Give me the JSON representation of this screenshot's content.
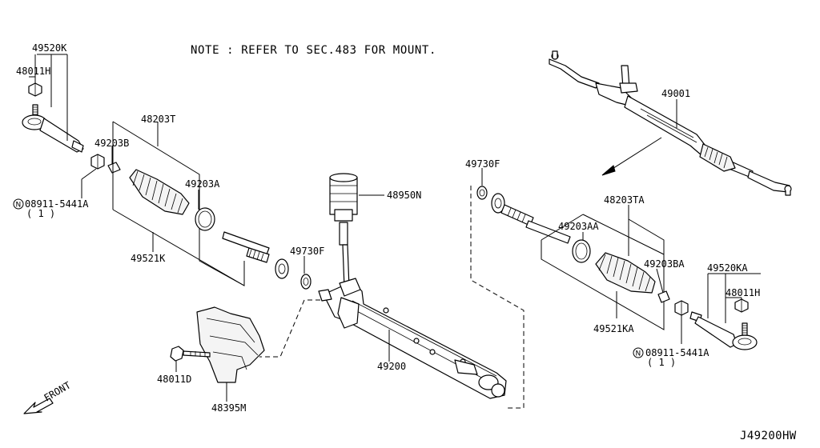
{
  "diagram": {
    "note": "NOTE : REFER TO SEC.483 FOR MOUNT.",
    "drawing_code": "J49200HW",
    "front_label": "FRONT",
    "labels": {
      "p49520K": "49520K",
      "p48011H_left": "48011H",
      "p08911_left": "08911-5441A",
      "p08911_left_qty": "( 1 )",
      "p49203B": "49203B",
      "p48203T": "48203T",
      "p49203A": "49203A",
      "p49521K": "49521K",
      "p48950N": "48950N",
      "p49730F_center": "49730F",
      "p48011D": "48011D",
      "p48395M": "48395M",
      "p49200": "49200",
      "p49001": "49001",
      "p49730F_right": "49730F",
      "p48203TA": "48203TA",
      "p49203AA": "49203AA",
      "p49203BA": "49203BA",
      "p49520KA": "49520KA",
      "p48011H_right": "48011H",
      "p49521KA": "49521KA",
      "p08911_right": "08911-5441A",
      "p08911_right_qty": "( 1 )"
    },
    "icons": [
      "nut-symbol-icon",
      "front-arrow-icon"
    ]
  }
}
